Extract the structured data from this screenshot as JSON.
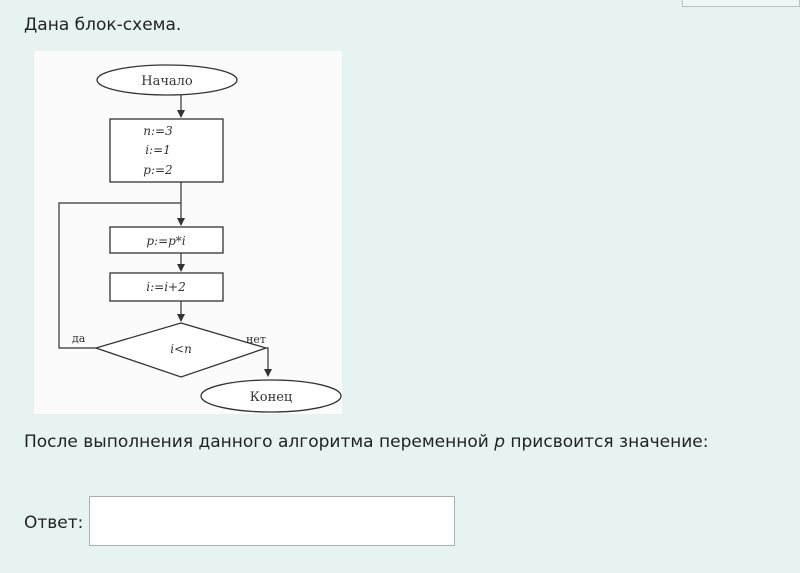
{
  "intro": "Дана блок-схема.",
  "flowchart": {
    "start": "Начало",
    "init_lines": [
      "n:=3",
      "i:=1",
      "p:=2"
    ],
    "step1": "p:=p*i",
    "step2": "i:=i+2",
    "condition": "i<n",
    "yes_label": "да",
    "no_label": "нет",
    "end": "Конец"
  },
  "question": {
    "before": "После выполнения данного алгоритма переменной ",
    "variable": "p",
    "after": " присвоится значение:"
  },
  "answer": {
    "label": "Ответ:",
    "value": ""
  }
}
